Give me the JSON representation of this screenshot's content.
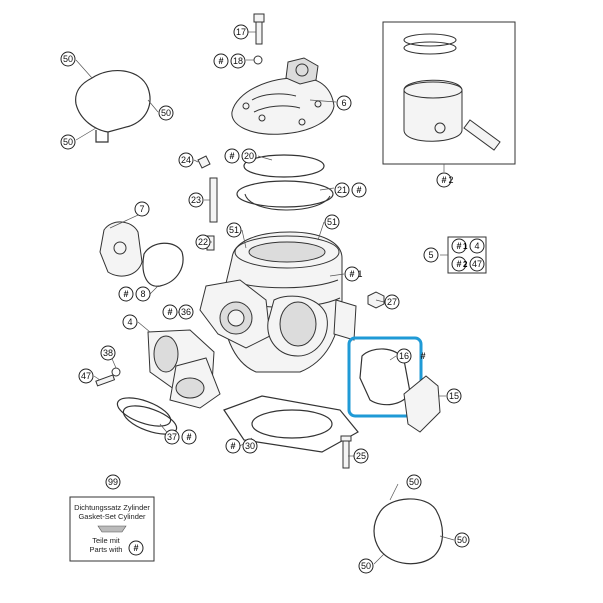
{
  "callouts": {
    "c17": "17",
    "c18": "18",
    "c6": "6",
    "c20": "20",
    "c21": "21",
    "c24": "24",
    "c23": "23",
    "c7": "7",
    "c22": "22",
    "c51a": "51",
    "c51b": "51",
    "c1": "1",
    "c8": "8",
    "c36": "36",
    "c27": "27",
    "c4": "4",
    "c38": "38",
    "c16": "16",
    "c47": "47",
    "c15": "15",
    "c37": "37",
    "c30": "30",
    "c25": "25",
    "c2": "2",
    "c5": "5",
    "c99": "99",
    "c50a": "50",
    "c50b": "50",
    "c50c": "50",
    "c50d": "50",
    "c50e": "50",
    "c50f": "50"
  },
  "hash_symbol": "#",
  "kit_box": {
    "row1_hash": "#",
    "row1_value": "1",
    "row1_ref": "4",
    "row2_hash": "#",
    "row2_value": "2",
    "row2_ref": "47"
  },
  "gasket_set_box": {
    "line1": "Dichtungssatz Zylinder",
    "line2": "Gasket-Set Cylinder",
    "line3": "Teile mit",
    "line4": "Parts with"
  },
  "colors": {
    "highlight": "#1f9ad6",
    "line": "#333333"
  }
}
